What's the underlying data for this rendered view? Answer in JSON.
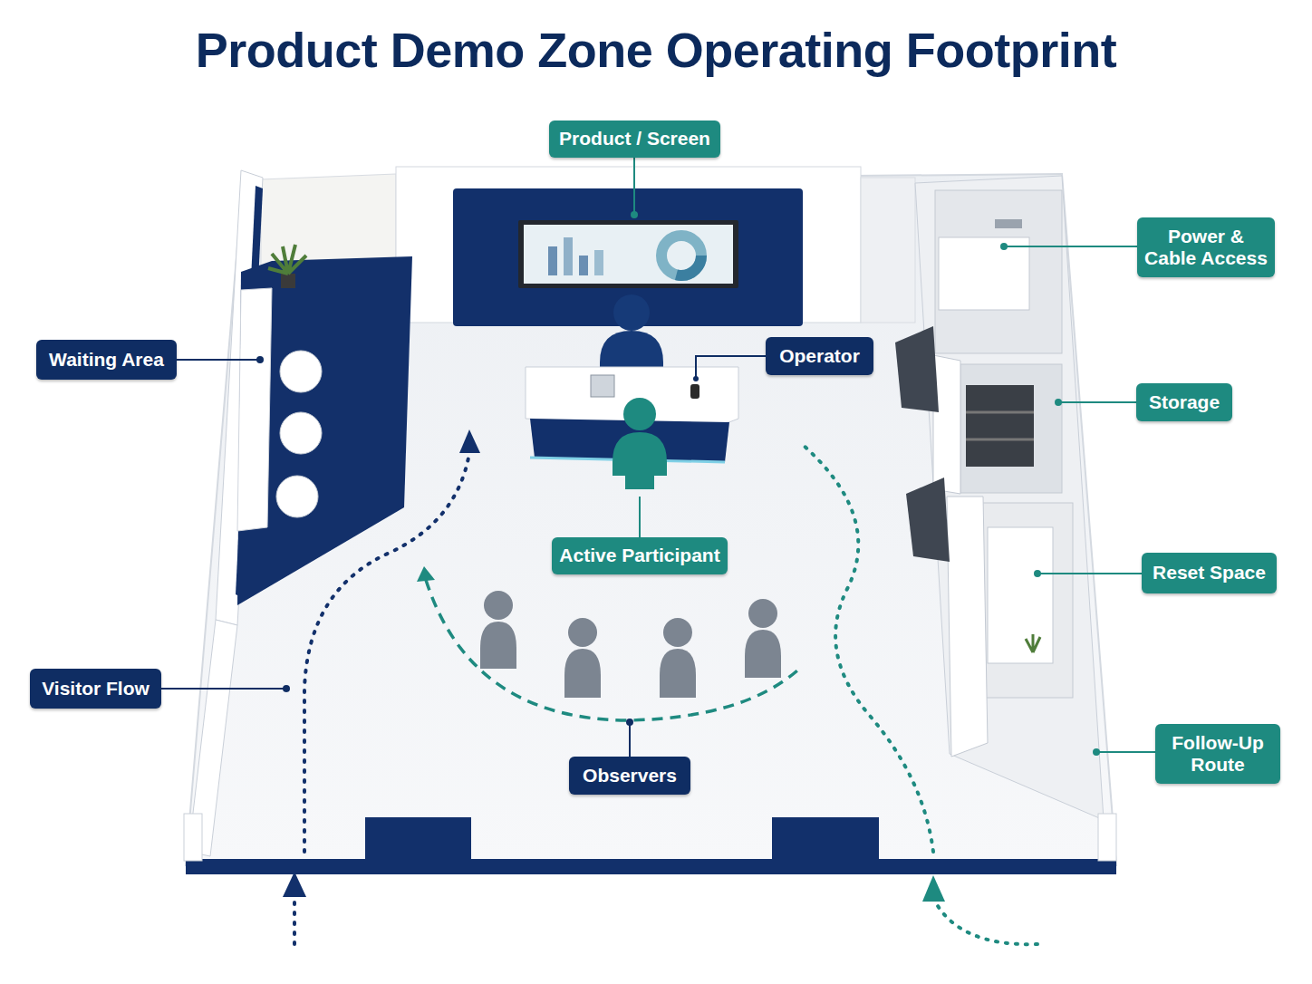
{
  "diagram": {
    "title": "Product Demo Zone Operating Footprint",
    "nodes": [
      {
        "text": [
          "Product / Screen"
        ]
      },
      {
        "text": [
          "Power & Cable Access"
        ]
      },
      {
        "text": [
          "Waiting Area"
        ]
      },
      {
        "text": [
          "Operator"
        ]
      },
      {
        "text": [
          "Storage"
        ]
      },
      {
        "text": [
          "Active Participant"
        ]
      },
      {
        "text": [
          "Reset Space"
        ]
      },
      {
        "text": [
          "Visitor Flow"
        ]
      },
      {
        "text": [
          "Follow-Up Route"
        ]
      },
      {
        "text": [
          "Observers"
        ]
      }
    ]
  }
}
